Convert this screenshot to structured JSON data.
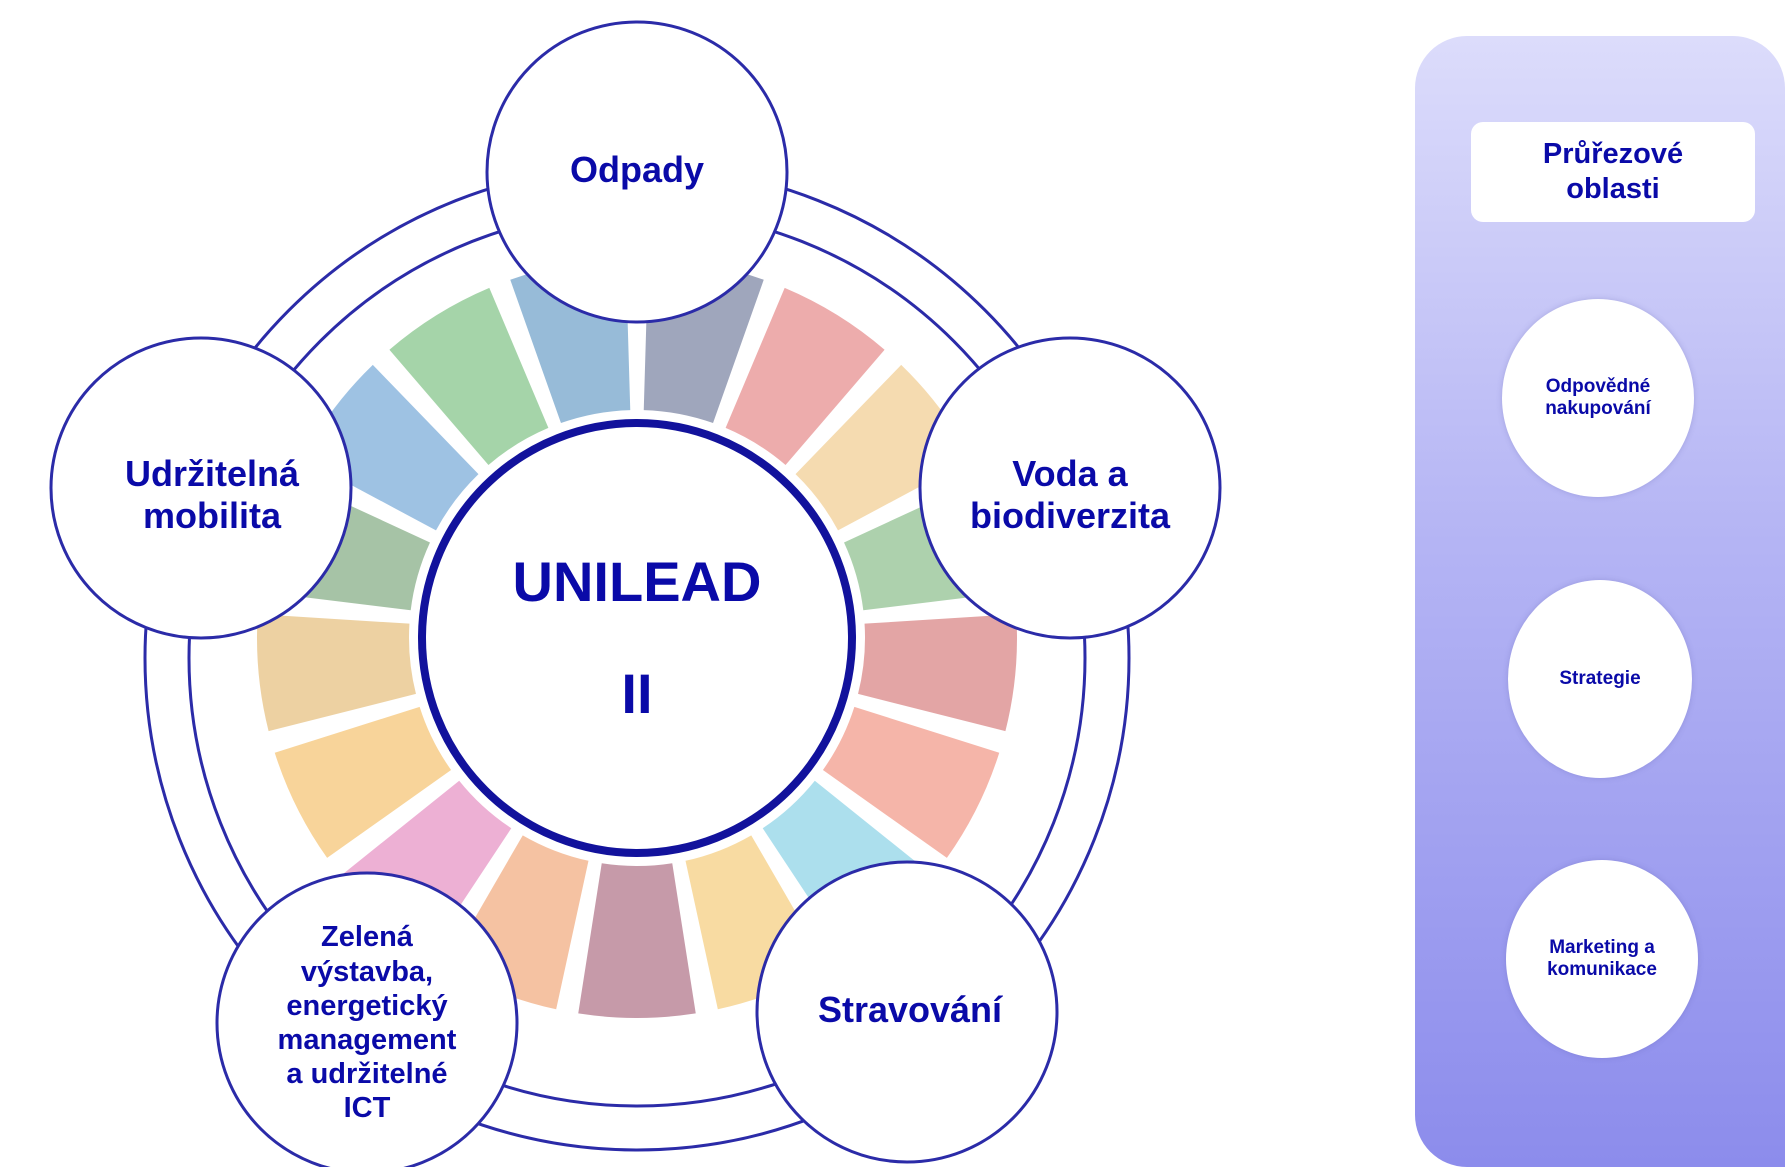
{
  "center": {
    "label": "UNILEAD\n\nII"
  },
  "nodes": [
    {
      "id": "odpady",
      "label": "Odpady"
    },
    {
      "id": "voda",
      "label": "Voda a\nbiodiverzita"
    },
    {
      "id": "stravovani",
      "label": "Stravování"
    },
    {
      "id": "zelena",
      "label": "Zelená\nvýstavba,\nenergetický\nmanagement\na udržitelné\nICT"
    },
    {
      "id": "mobilita",
      "label": "Udržitelná\nmobilita"
    }
  ],
  "panel": {
    "title": "Průřezové\noblasti",
    "items": [
      {
        "label": "Odpovědné\nnakupování"
      },
      {
        "label": "Strategie"
      },
      {
        "label": "Marketing a\nkomunikace"
      }
    ]
  },
  "colors": {
    "ring": "#2b2ba8",
    "text": "#0a0aa8",
    "center_border": "#12129c",
    "panel_top": "#dcdcfb",
    "panel_bottom": "#8c8cec",
    "segments": [
      "#2a3a6a",
      "#d84848",
      "#e8b050",
      "#4a9a4a",
      "#c03838",
      "#e85a40",
      "#48b8d8",
      "#f0b030",
      "#802040",
      "#e87830",
      "#d850a0",
      "#f0a020",
      "#d89a30",
      "#3a7a3a",
      "#2878c0",
      "#38a040",
      "#1868a8"
    ]
  }
}
